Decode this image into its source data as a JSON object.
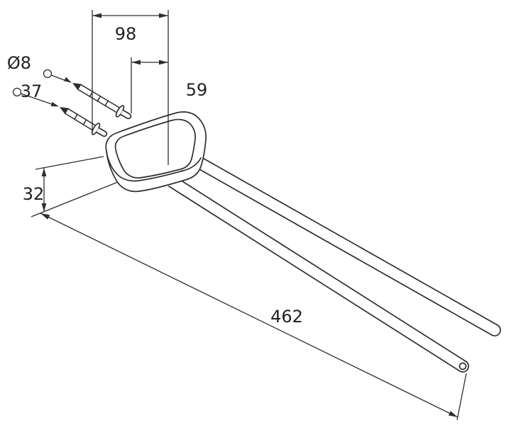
{
  "drawing": {
    "background": "#ffffff",
    "stroke_color": "#2e2e2e",
    "labels": {
      "width_overall": "98",
      "width_offset": "59",
      "hole_diameter": "Ø8",
      "plug_length": "37",
      "plate_height": "32",
      "arm_length": "462"
    }
  }
}
